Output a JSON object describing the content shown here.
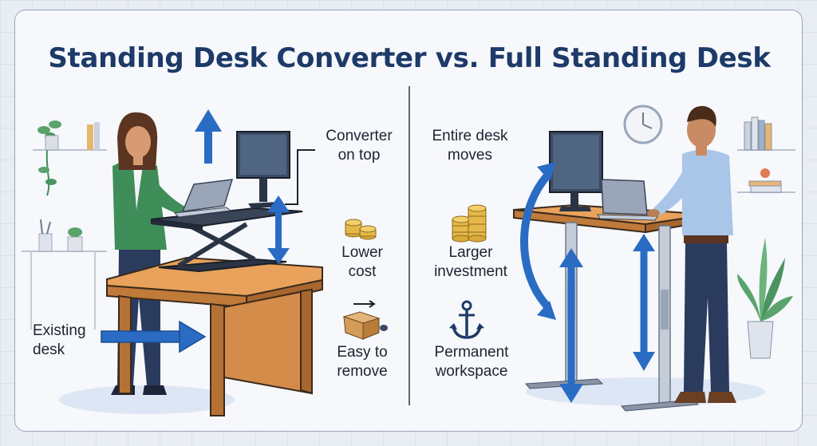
{
  "title": "Standing Desk Converter vs. Full Standing Desk",
  "left_panel": {
    "converter_label": [
      "Converter",
      "on top"
    ],
    "cost_label": [
      "Lower",
      "cost"
    ],
    "remove_label": [
      "Easy to",
      "remove"
    ],
    "existing_desk_label": [
      "Existing",
      "desk"
    ]
  },
  "right_panel": {
    "moves_label": [
      "Entire desk",
      "moves"
    ],
    "investment_label": [
      "Larger",
      "investment"
    ],
    "workspace_label": [
      "Permanent",
      "workspace"
    ]
  },
  "colors": {
    "title": "#1d3a68",
    "arrow_blue": "#2a6cc4",
    "desk_wood": "#cf8a45",
    "accent_green": "#3f8d58"
  },
  "icons": [
    "coins-icon",
    "box-icon",
    "anchor-icon",
    "clock-icon",
    "plant-icon",
    "books-icon"
  ]
}
